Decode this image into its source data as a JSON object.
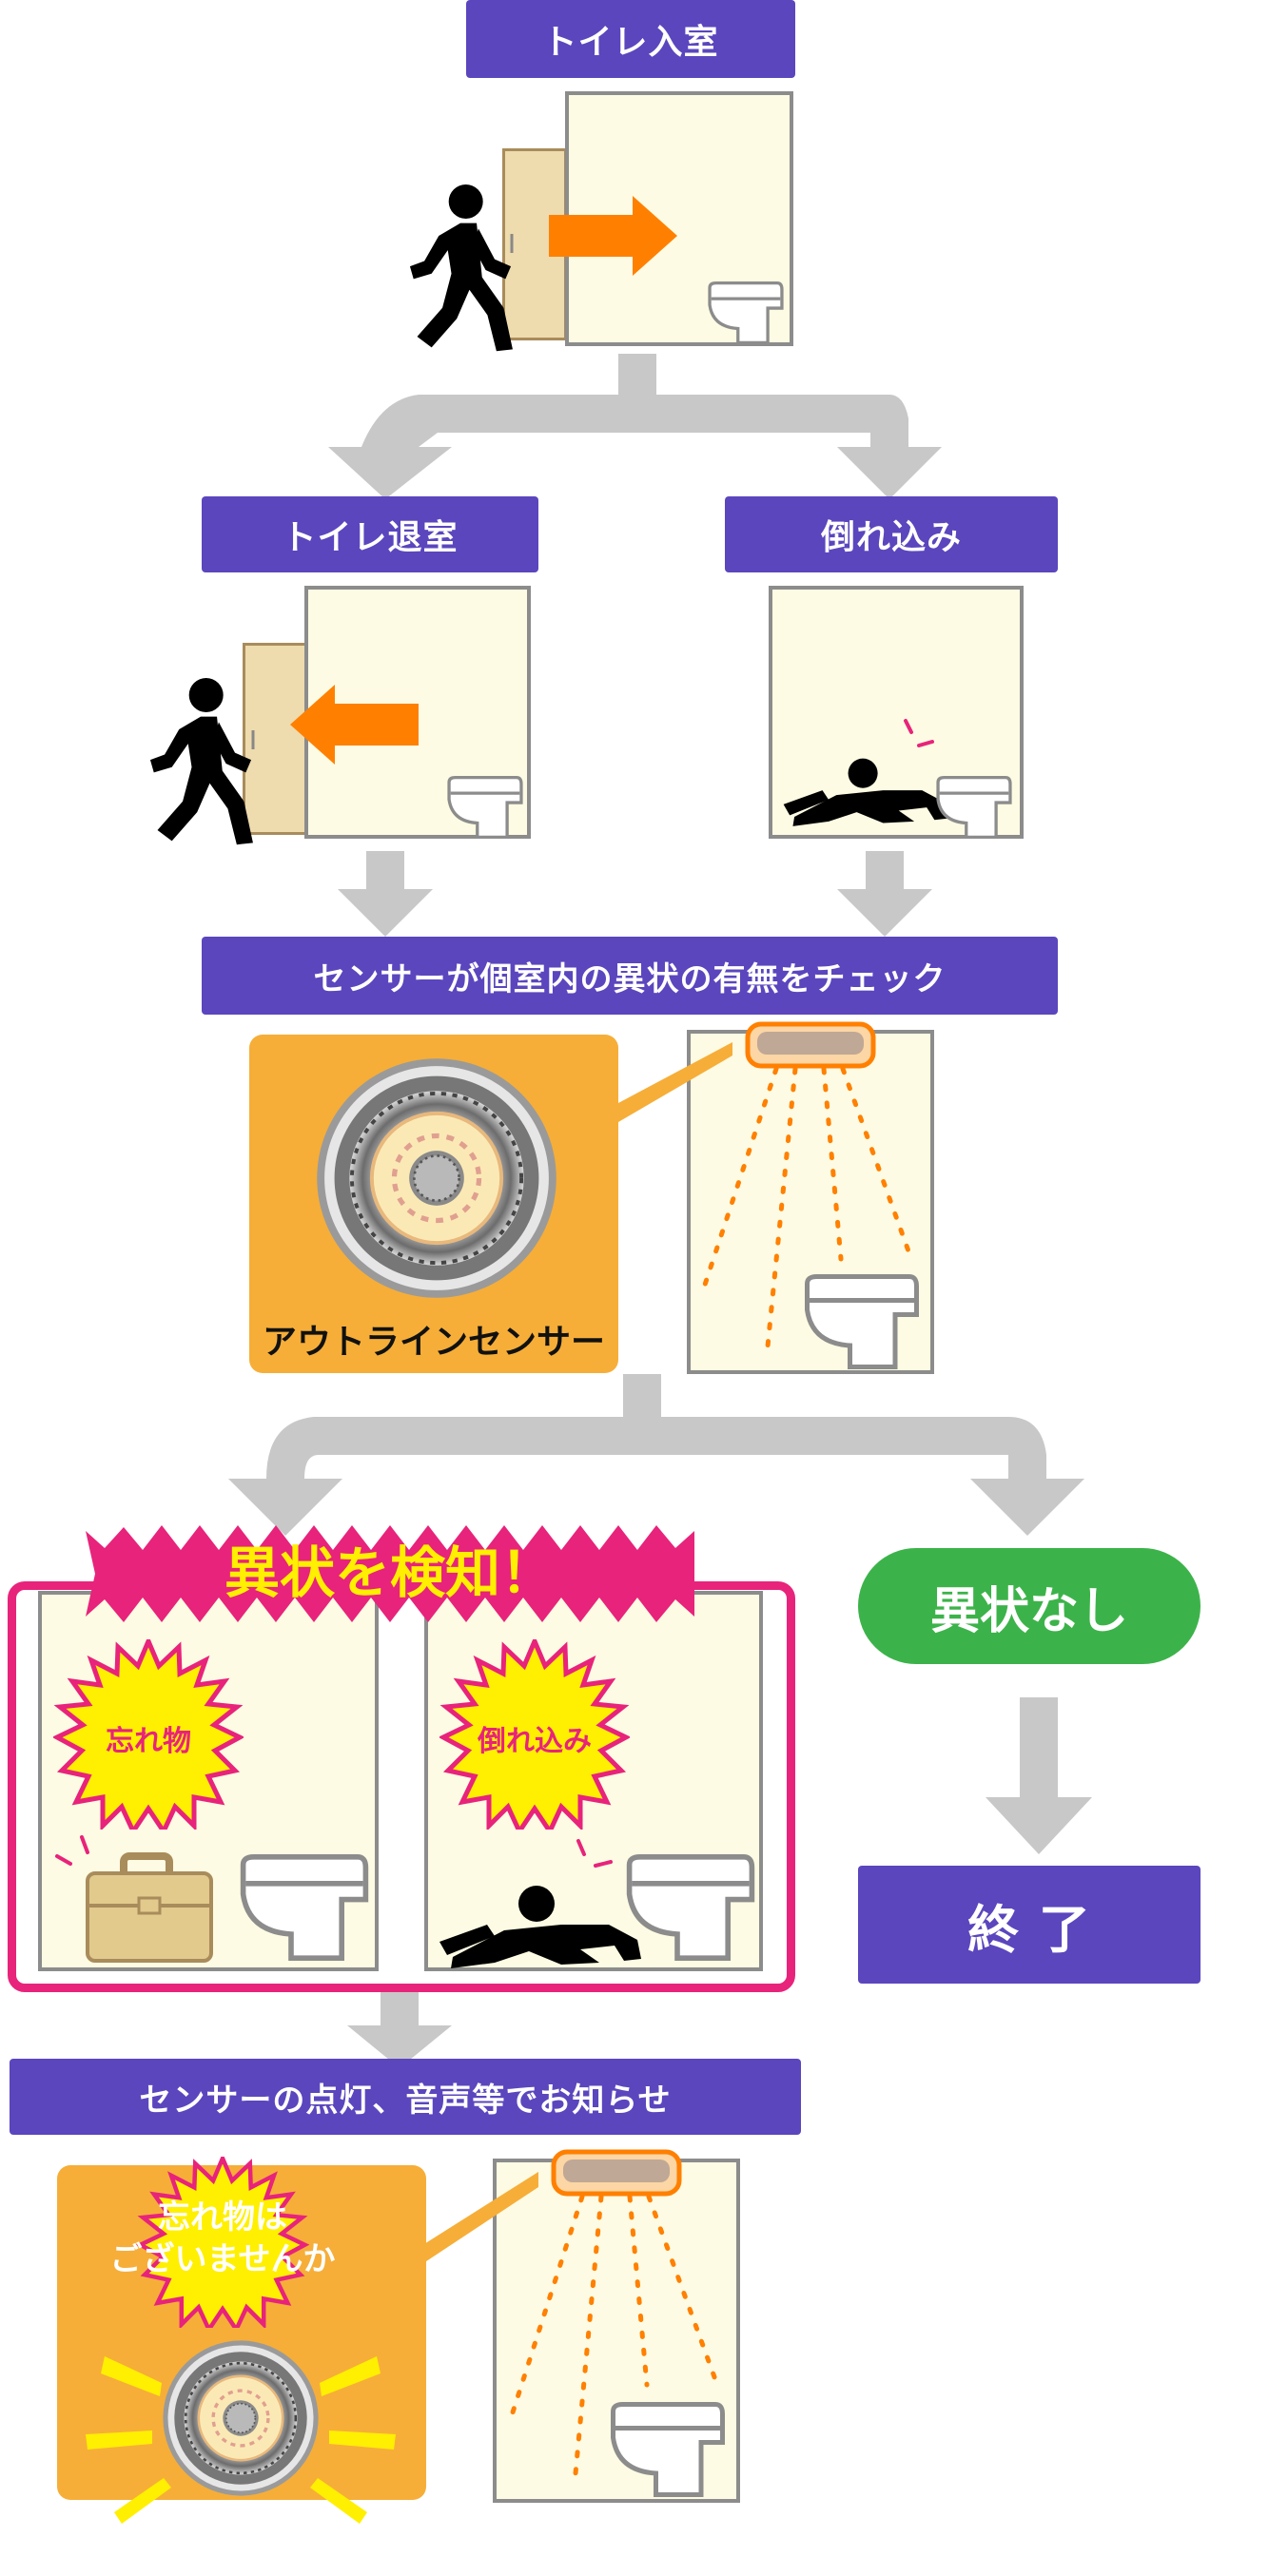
{
  "steps": {
    "enter": "トイレ入室",
    "exit": "トイレ退室",
    "collapse": "倒れ込み",
    "check": "センサーが個室内の異状の有無をチェック",
    "notify": "センサーの点灯、音声等でお知らせ",
    "end": "終 了"
  },
  "sensor": {
    "name": "アウトラインセンサー"
  },
  "detection": {
    "title": "異状を検知！",
    "left_badge": "忘れ物",
    "right_badge": "倒れ込み"
  },
  "no_anomaly": "異状なし",
  "voice_message": {
    "line1": "忘れ物は",
    "line2": "ございませんか"
  },
  "colors": {
    "label_bg": "#5b46be",
    "arrow_gray": "#c8c8c8",
    "orange_arrow": "#ff8000",
    "alert_pink": "#e8237b",
    "badge_yellow": "#ffef00",
    "green": "#3cb34a",
    "sensor_panel": "#f6ae38"
  },
  "icons": [
    "walking-person-icon",
    "toilet-icon",
    "door-icon",
    "collapsed-person-icon",
    "sensor-icon",
    "briefcase-icon",
    "ceiling-sensor-icon"
  ]
}
